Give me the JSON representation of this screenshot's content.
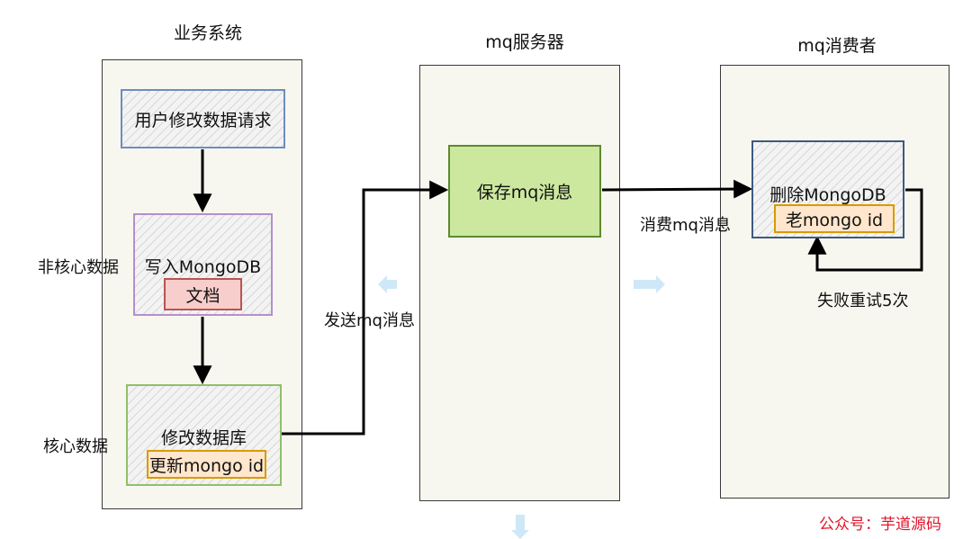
{
  "lanes": {
    "business": {
      "title": "业务系统"
    },
    "mq_server": {
      "title": "mq服务器"
    },
    "mq_consumer": {
      "title": "mq消费者"
    }
  },
  "business": {
    "request": "用户修改数据请求",
    "write_mongo": "写入MongoDB",
    "document": "文档",
    "update_db": "修改数据库",
    "update_mongo_id": "更新mongo id"
  },
  "side_labels": {
    "non_core": "非核心数据",
    "core": "核心数据"
  },
  "mq_server": {
    "save_msg": "保存mq消息"
  },
  "consumer": {
    "delete_mongo": "删除MongoDB",
    "old_mongo_id": "老mongo id"
  },
  "edge_labels": {
    "send": "发送mq消息",
    "consume": "消费mq消息",
    "retry": "失败重试5次"
  },
  "watermark": "公众号：芋道源码",
  "colors": {
    "lane_fill": "#f8f7ef",
    "request_border": "#6c8ebf",
    "write_border": "#b38fcf",
    "update_border": "#8fc06a",
    "delete_border": "#3d5a80",
    "doc_fill": "#f8cecc",
    "id_fill": "#ffe6cc",
    "save_fill": "#cce89f",
    "watermark": "#e0162b",
    "faint_arrow": "#cfe8f7"
  }
}
